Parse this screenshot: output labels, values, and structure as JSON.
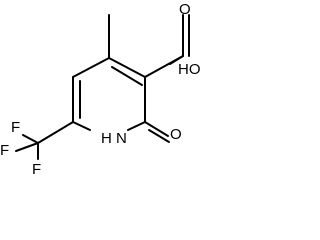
{
  "structure": {
    "labels": {
      "oh": "HO",
      "carbonyl_o": "O",
      "ring_o": "O",
      "nh": "H",
      "n": "N",
      "f1": "F",
      "f2": "F",
      "f3": "F"
    }
  }
}
